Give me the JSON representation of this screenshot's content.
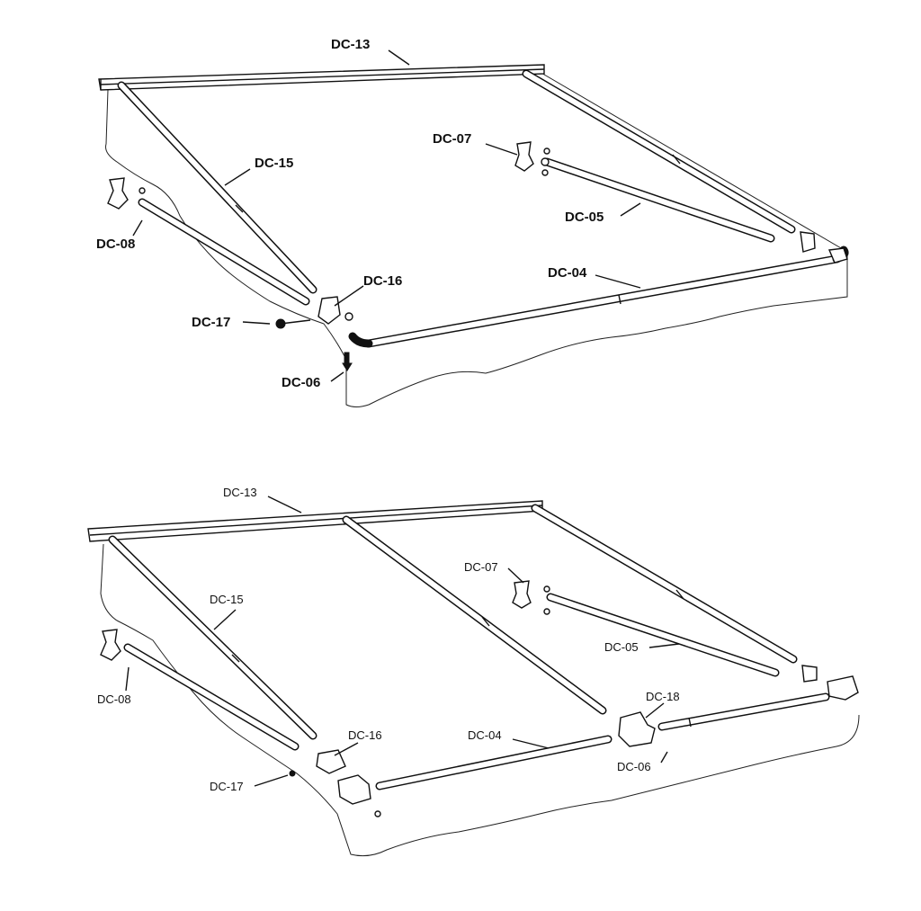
{
  "top": {
    "labels": {
      "dc13": "DC-13",
      "dc15": "DC-15",
      "dc07": "DC-07",
      "dc05": "DC-05",
      "dc08": "DC-08",
      "dc16": "DC-16",
      "dc04": "DC-04",
      "dc17": "DC-17",
      "dc06": "DC-06"
    }
  },
  "bottom": {
    "labels": {
      "dc13": "DC-13",
      "dc07": "DC-07",
      "dc15": "DC-15",
      "dc05": "DC-05",
      "dc08": "DC-08",
      "dc18": "DC-18",
      "dc16": "DC-16",
      "dc04": "DC-04",
      "dc06": "DC-06",
      "dc17": "DC-17"
    }
  }
}
